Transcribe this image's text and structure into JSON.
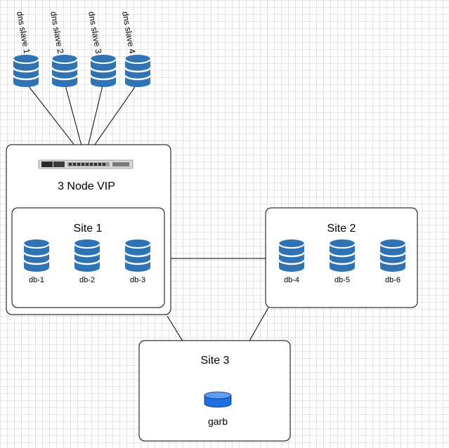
{
  "diagram": {
    "dns_slaves": [
      {
        "label": "dns slave 1"
      },
      {
        "label": "dns slave 2"
      },
      {
        "label": "dns slave 3"
      },
      {
        "label": "dns slave 4"
      }
    ],
    "vip": {
      "label": "3 Node VIP"
    },
    "site1": {
      "label": "Site 1",
      "dbs": [
        {
          "label": "db-1"
        },
        {
          "label": "db-2"
        },
        {
          "label": "db-3"
        }
      ]
    },
    "site2": {
      "label": "Site 2",
      "dbs": [
        {
          "label": "db-4"
        },
        {
          "label": "db-5"
        },
        {
          "label": "db-6"
        }
      ]
    },
    "site3": {
      "label": "Site 3",
      "garb": {
        "label": "garb"
      }
    },
    "colors": {
      "db_fill": "#2f73b5",
      "db_stroke": "#ffffff",
      "garb_fill": "#1e6fe0",
      "garb_top": "#5e9cf5",
      "line": "#000000"
    },
    "icons": {
      "database": "database-icon",
      "load_balancer": "load-balancer-icon"
    }
  }
}
